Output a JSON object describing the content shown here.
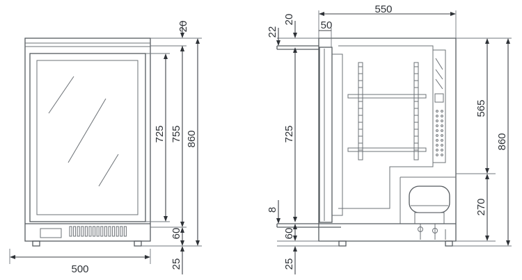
{
  "front_view": {
    "dim_width": "500",
    "dim_top_band": "20",
    "dim_glass": "725",
    "dim_cabinet": "755",
    "dim_total": "860",
    "dim_bottom_band": "60",
    "dim_feet": "25"
  },
  "side_view": {
    "dim_depth": "550",
    "dim_door_offset": "50",
    "dim_top_band": "20",
    "dim_top_lip": "22",
    "dim_door": "725",
    "dim_bottom_step": "8",
    "dim_bottom_band": "60",
    "dim_feet": "25",
    "dim_upper_compartment": "565",
    "dim_compressor": "270",
    "dim_total": "860"
  },
  "colors": {
    "outline": "#555a5f",
    "dimension": "#3c4046",
    "background": "#ffffff"
  }
}
